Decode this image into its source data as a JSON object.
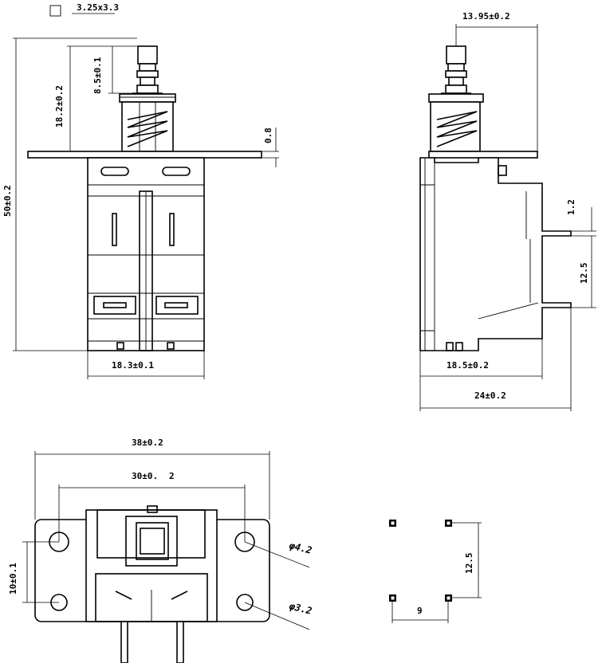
{
  "legend": {
    "square_note": "3.25x3.3"
  },
  "front_view": {
    "stem_length": "8.5±0.1",
    "plunger_height": "18.2±0.2",
    "bracket_thickness": "0.8",
    "total_height": "50±0.2",
    "body_width": "18.3±0.1"
  },
  "side_view": {
    "stem_offset": "13.95±0.2",
    "pin_offset": "1.2",
    "pin_spacing": "12.5",
    "body_depth": "18.5±0.2",
    "overall_depth": "24±0.2"
  },
  "bottom_view": {
    "overall_width": "38±0.2",
    "hole_spacing": "30±0.",
    "hole_spacing_suffix": "2",
    "vertical_spacing": "10±0.1",
    "large_hole_dia": "φ4.2",
    "small_hole_dia": "φ3.2"
  },
  "footprint": {
    "vertical_pitch": "12.5",
    "horizontal_pitch": "9"
  }
}
